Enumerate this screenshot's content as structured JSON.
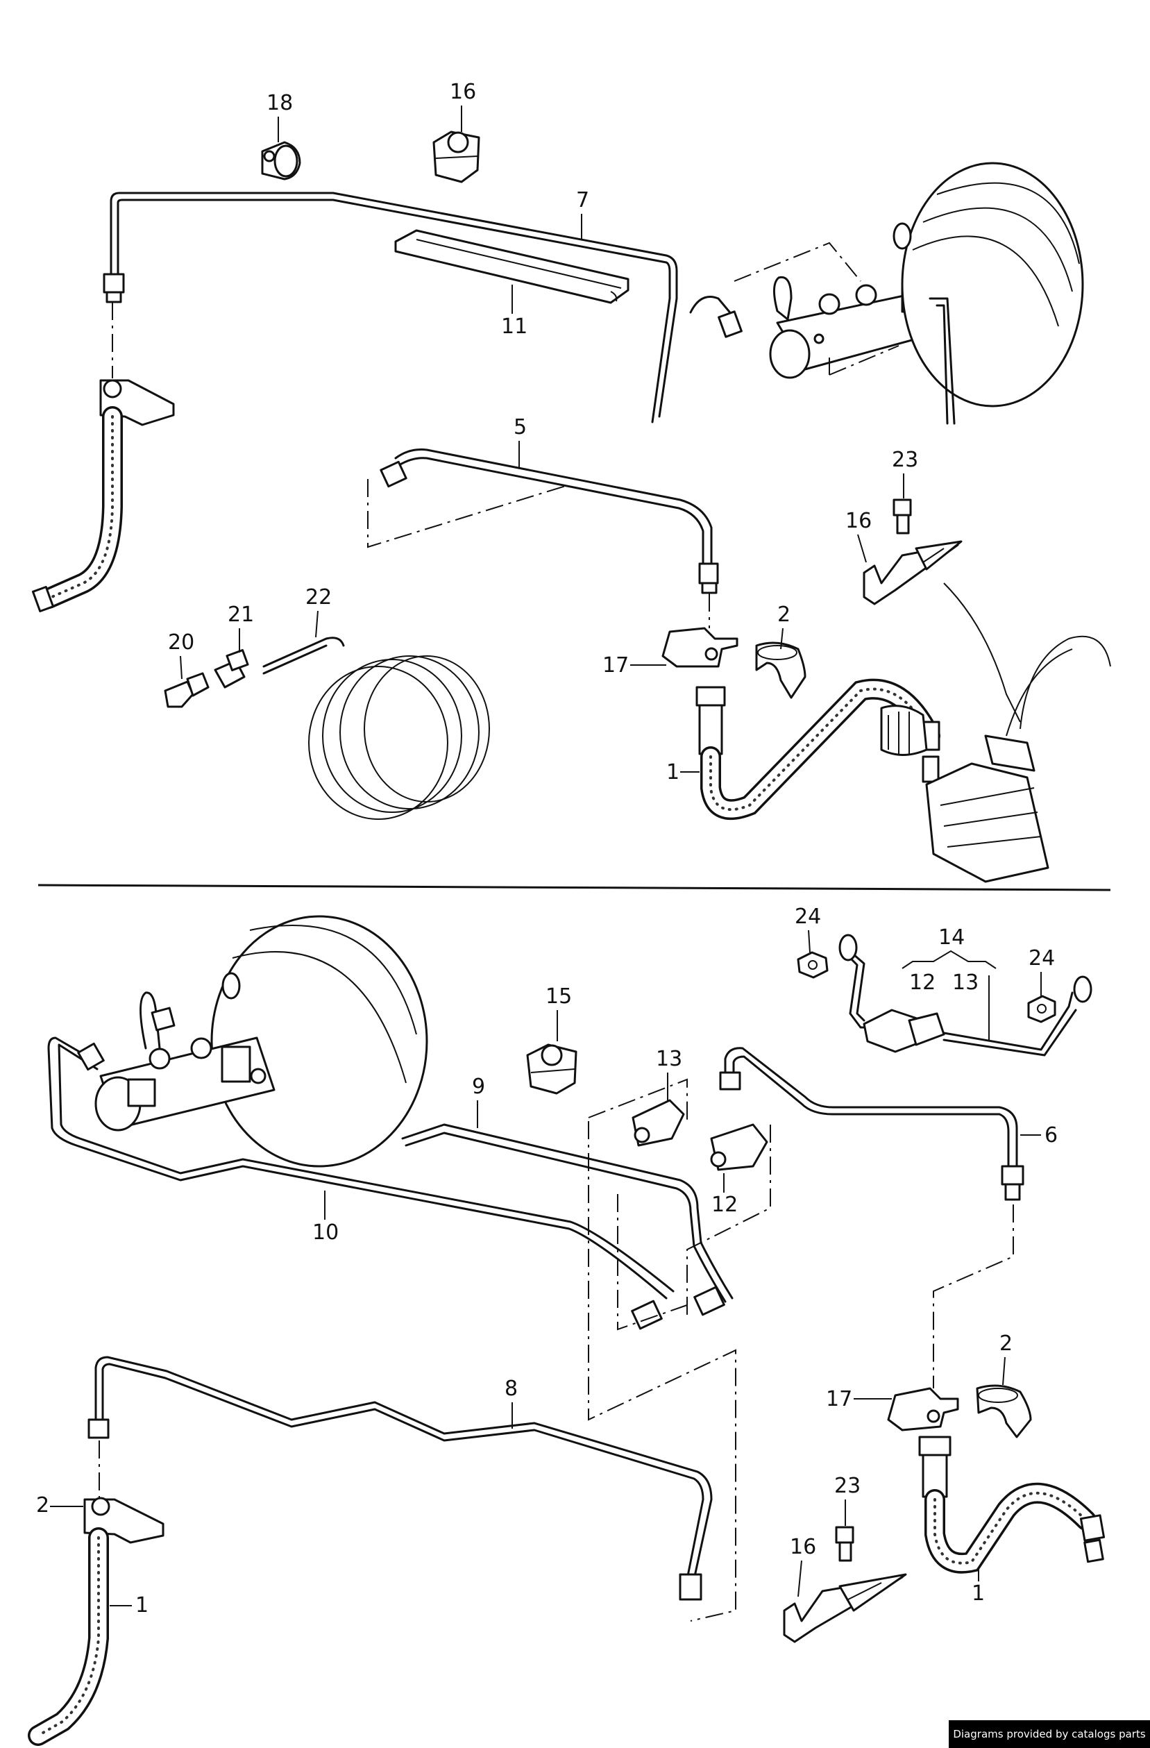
{
  "diagram": {
    "section_divider": true,
    "callouts": {
      "c18": "18",
      "c16a": "16",
      "c7": "7",
      "c11": "11",
      "c5": "5",
      "c23a": "23",
      "c16b": "16",
      "c22": "22",
      "c21": "21",
      "c20": "20",
      "c2a": "2",
      "c17a": "17",
      "c1a": "1",
      "c24a": "24",
      "c14": "14",
      "c12a": "12",
      "c13a": "13",
      "c24b": "24",
      "c15": "15",
      "c13b": "13",
      "c9": "9",
      "c6": "6",
      "c12b": "12",
      "c10": "10",
      "c8": "8",
      "c2b": "2",
      "c17b": "17",
      "c2c": "2",
      "c1b": "1",
      "c23b": "23",
      "c16c": "16",
      "c1c": "1"
    }
  },
  "footer": {
    "credit": "Diagrams provided by catalogs parts"
  }
}
